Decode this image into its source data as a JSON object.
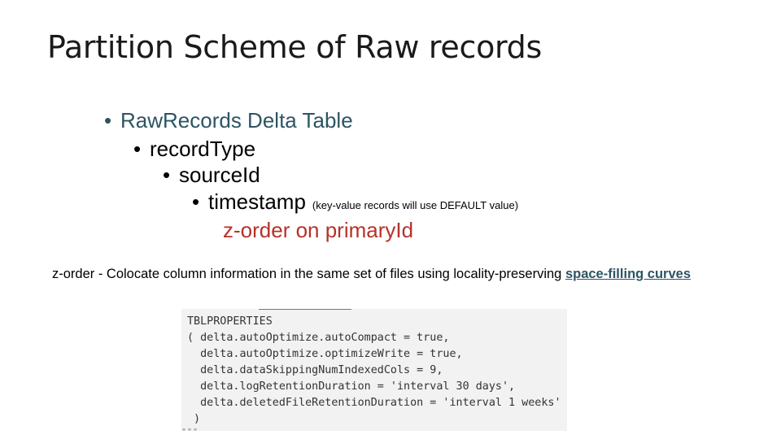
{
  "slide": {
    "title": "Partition Scheme of Raw records",
    "bullets": [
      {
        "marker": "•",
        "text": "RawRecords Delta Table"
      },
      {
        "marker": "•",
        "text": "recordType"
      },
      {
        "marker": "•",
        "text": "sourceId"
      },
      {
        "marker": "•",
        "text": "timestamp",
        "note": "(key-value records will use DEFAULT value)"
      }
    ],
    "zorder_text": "z-order on primaryId",
    "description": {
      "text": "z-order - Colocate column information in the same set of files using locality-preserving ",
      "link": "space-filling curves"
    },
    "code": {
      "lines": [
        "TBLPROPERTIES",
        "( delta.autoOptimize.autoCompact = true,",
        "  delta.autoOptimize.optimizeWrite = true,",
        "  delta.dataSkippingNumIndexedCols = 9,",
        "  delta.logRetentionDuration = 'interval 30 days',",
        "  delta.deletedFileRetentionDuration = 'interval 1 weeks'",
        " )"
      ],
      "tail": "\"\"\""
    },
    "colors": {
      "heading_bullet": "#2d5463",
      "zorder": "#b5322a",
      "link": "#2d5463",
      "code_bg": "#f2f2f2"
    }
  }
}
